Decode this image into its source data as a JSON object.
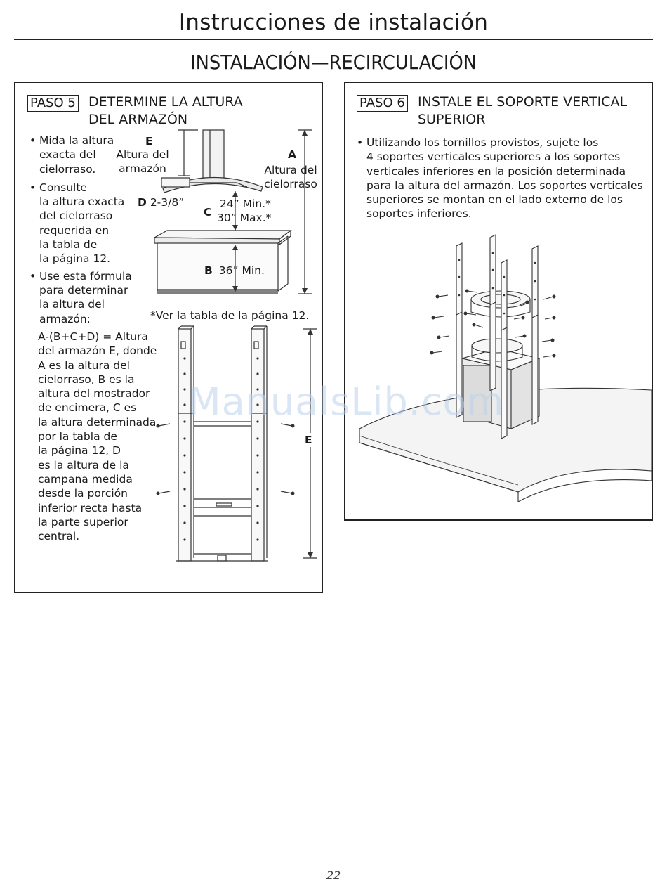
{
  "header": {
    "title": "Instrucciones de instalación",
    "subtitle": "INSTALACIÓN—RECIRCULACIÓN"
  },
  "step5": {
    "label": "PASO 5",
    "heading_line1": "DETERMINE LA ALTURA",
    "heading_line2": "DEL ARMAZÓN",
    "bullets": [
      [
        "Mida la altura",
        "exacta del",
        "cielorraso."
      ],
      [
        "Consulte",
        "la altura exacta",
        "del cielorraso",
        "requerida en",
        "la tabla de",
        "la página 12."
      ],
      [
        "Use esta fórmula",
        "para determinar",
        "la altura del",
        "armazón:"
      ]
    ],
    "formula": [
      "A-(B+C+D) = Altura",
      "del armazón E, donde",
      "A es la altura del",
      "cielorraso, B es la",
      "altura del mostrador",
      "de encimera, C es",
      "la altura determinada",
      "por la tabla de",
      "la página 12, D",
      "es la altura de la",
      "campana medida",
      "desde la porción",
      "inferior recta hasta",
      "la parte superior",
      "central."
    ],
    "diagram": {
      "e_letter": "E",
      "e_label_line1": "Altura del",
      "e_label_line2": "armazón",
      "a_letter": "A",
      "a_label_line1": "Altura del",
      "a_label_line2": "cielorraso",
      "d_letter": "D",
      "d_value": "2-3/8”",
      "c_letter": "C",
      "c_value_line1": "24” Min.*",
      "c_value_line2": "30” Max.*",
      "b_letter": "B",
      "b_value": "36” Min.",
      "note": "*Ver la tabla de la página 12.",
      "e2_letter": "E"
    }
  },
  "step6": {
    "label": "PASO 6",
    "heading_line1": "INSTALE EL SOPORTE VERTICAL",
    "heading_line2": "SUPERIOR",
    "text_lines": [
      "Utilizando los tornillos provistos, sujete los",
      "4 soportes verticales superiores a los soportes",
      "verticales inferiores en la posición determinada",
      "para la altura del armazón. Los soportes verticales",
      "superiores se montan en el lado externo de los",
      "soportes inferiores."
    ]
  },
  "watermark": "ManualsLib.com",
  "page_number": "22"
}
